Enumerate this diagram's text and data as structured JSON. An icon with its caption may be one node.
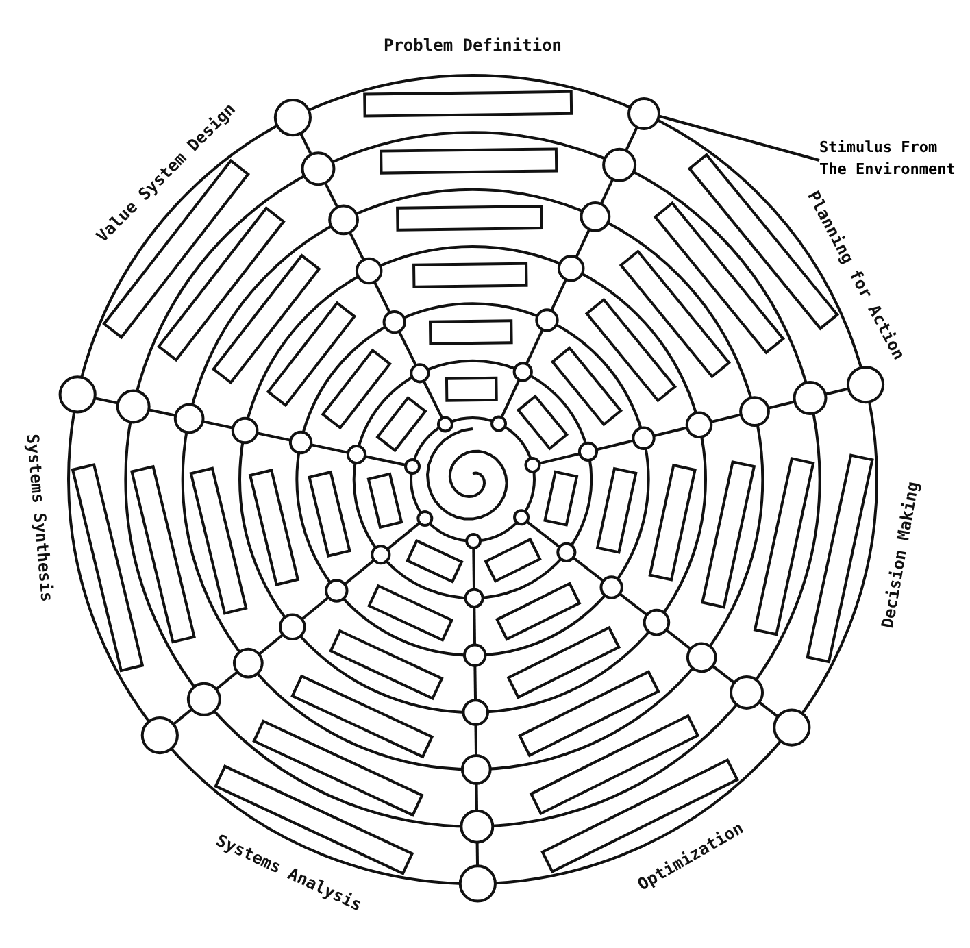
{
  "diagram": {
    "nodes": [
      {
        "text": [
          "Stimulus From The Environment"
        ]
      },
      {
        "text": [],
        "shape": "circle"
      }
    ],
    "edges": [
      {
        "from": 0,
        "to": 1,
        "arrow": "none"
      }
    ],
    "labels": [
      "Problem Definition",
      "Planning for Action",
      "Decision Making",
      "Optimization",
      "Systems Analysis",
      "Systems Synthesis",
      "Value System Design"
    ]
  }
}
